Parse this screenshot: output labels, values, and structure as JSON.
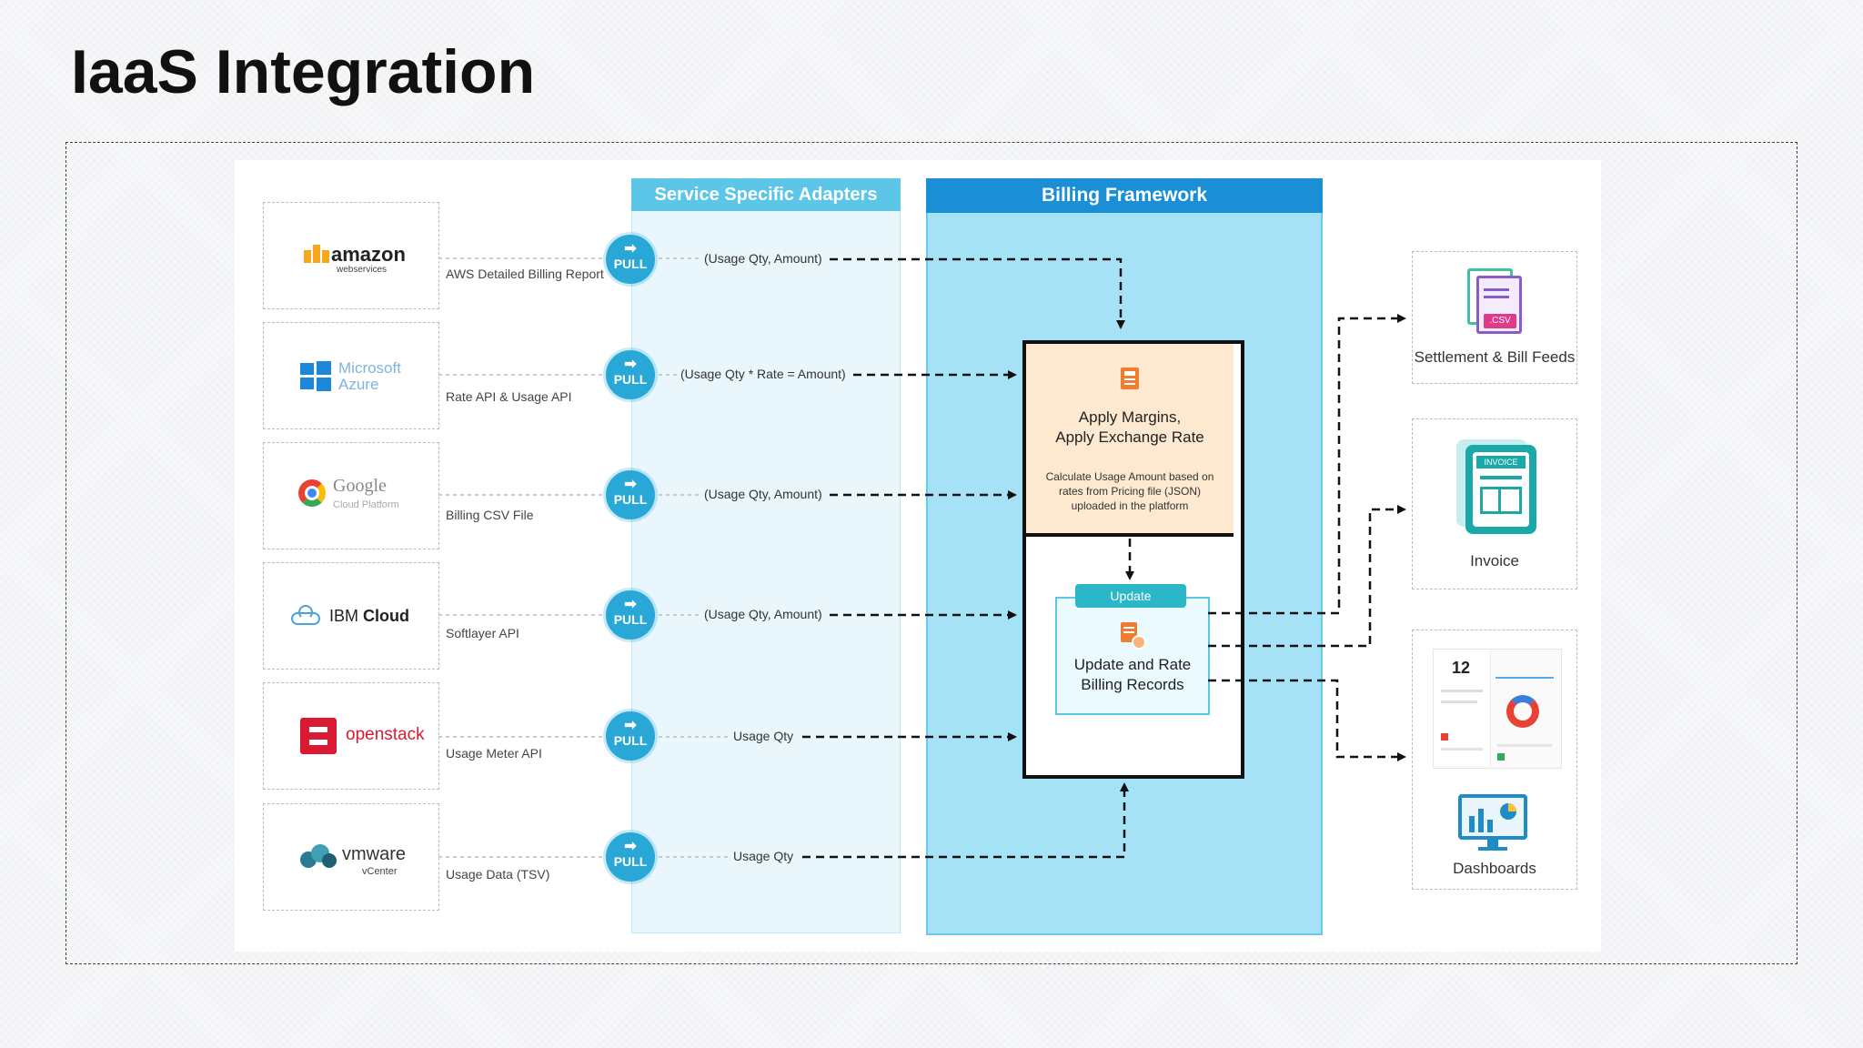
{
  "title": "IaaS Integration",
  "lanes": {
    "adapters": "Service Specific Adapters",
    "billing": "Billing Framework"
  },
  "pull_label": "PULL",
  "providers": [
    {
      "name": "amazon",
      "sub": "webservices",
      "label": "AWS Detailed Billing Report",
      "flow": "(Usage Qty, Amount)"
    },
    {
      "name": "Microsoft",
      "sub": "Azure",
      "label": "Rate API & Usage API",
      "flow": "(Usage Qty * Rate = Amount)"
    },
    {
      "name": "Google",
      "sub": "Cloud Platform",
      "label": "Billing CSV File",
      "flow": "(Usage Qty, Amount)"
    },
    {
      "name": "IBM",
      "sub": "Cloud",
      "label": "Softlayer API",
      "flow": "(Usage Qty, Amount)"
    },
    {
      "name": "openstack",
      "sub": "",
      "label": "Usage Meter API",
      "flow": "Usage Qty"
    },
    {
      "name": "vmware",
      "sub": "vCenter",
      "label": "Usage Data (TSV)",
      "flow": "Usage Qty"
    }
  ],
  "process": {
    "title_line1": "Apply Margins,",
    "title_line2": "Apply Exchange Rate",
    "desc_line1": "Calculate Usage Amount based on",
    "desc_line2": "rates from Pricing file (JSON)",
    "desc_line3": "uploaded in the platform"
  },
  "update": {
    "tag": "Update",
    "line1": "Update and Rate",
    "line2": "Billing Records"
  },
  "outputs": {
    "settlement": "Settlement & Bill Feeds",
    "csv_badge": ".CSV",
    "invoice": "Invoice",
    "invoice_badge": "INVOICE",
    "dashboard_number": "12",
    "dashboards": "Dashboards"
  },
  "colors": {
    "pull": "#29a8d8",
    "adapters_header": "#5cc6e8",
    "adapters_lane": "#e9f7fc",
    "billing_header": "#1a8fd6",
    "billing_lane": "#a6e2f6",
    "process_fill": "#fde9d0",
    "update_tag": "#2bb7c8",
    "csv_pink": "#e03a8c",
    "invoice_teal": "#1aa8a8"
  }
}
